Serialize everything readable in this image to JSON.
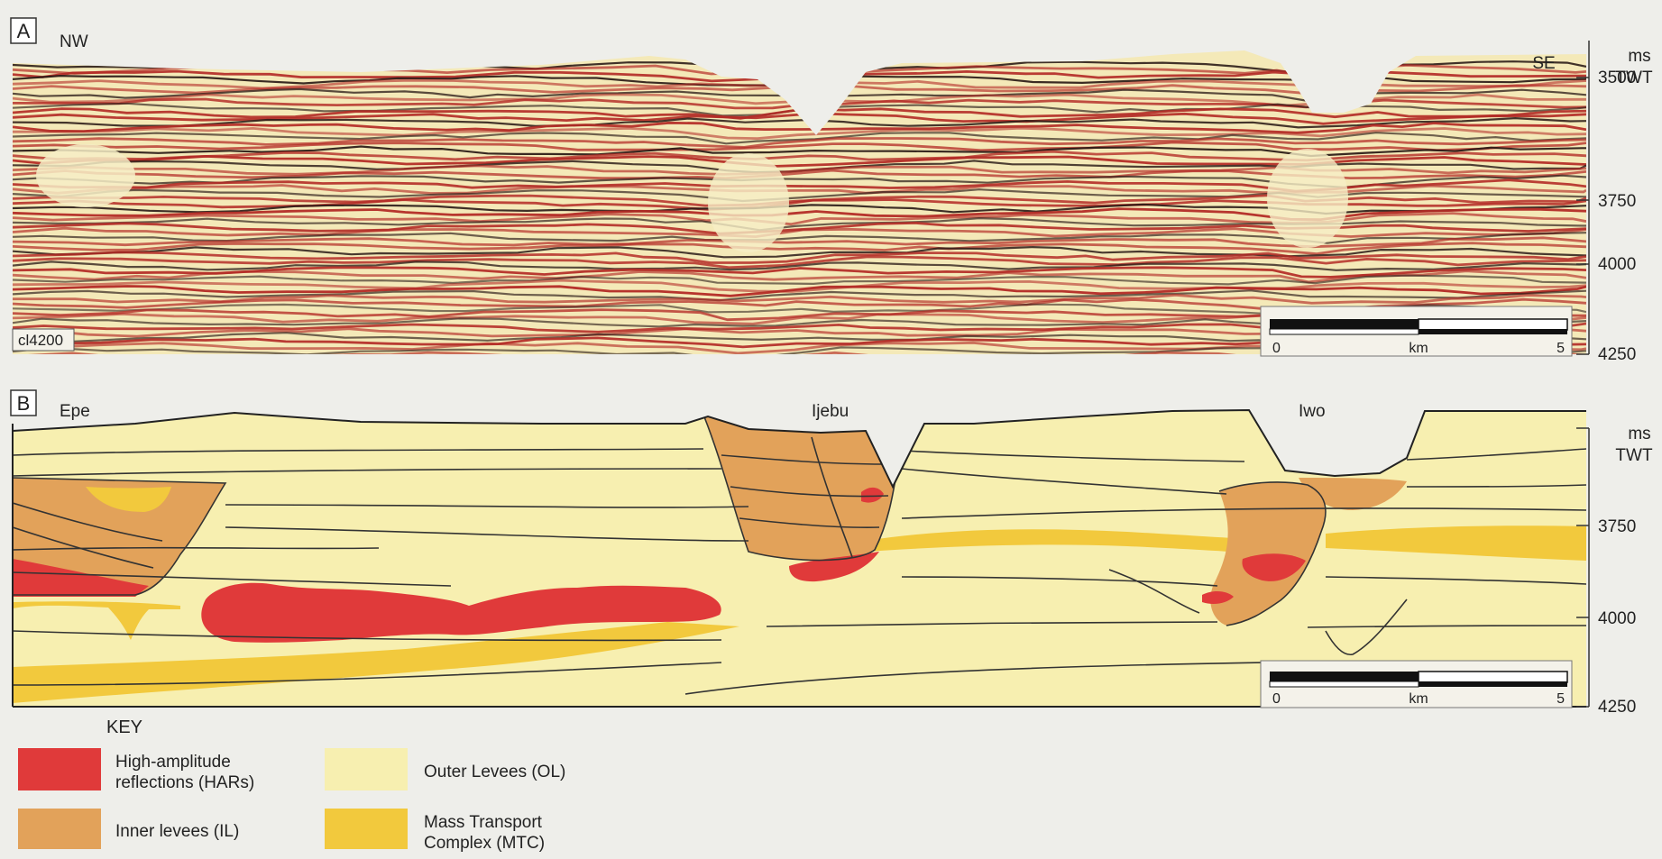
{
  "panel_a": {
    "letter": "A",
    "left_direction": "NW",
    "right_direction": "SE",
    "line_id": "cl4200",
    "axis_unit_1": "ms",
    "axis_unit_2": "TWT",
    "ticks": [
      "3500",
      "3750",
      "4000",
      "4250"
    ],
    "scale_start": "0",
    "scale_unit": "km",
    "scale_end": "5"
  },
  "panel_b": {
    "letter": "B",
    "channel_names": [
      "Epe",
      "Ijebu",
      "Iwo"
    ],
    "axis_unit_1": "ms",
    "axis_unit_2": "TWT",
    "ticks": [
      "3750",
      "4000",
      "4250"
    ],
    "scale_start": "0",
    "scale_unit": "km",
    "scale_end": "5"
  },
  "key": {
    "title": "KEY",
    "items": [
      {
        "line1": "High-amplitude",
        "line2": "reflections (HARs)",
        "color": "#e03a3a"
      },
      {
        "line1": "Inner levees (IL)",
        "line2": "",
        "color": "#e2a25a"
      },
      {
        "line1": "Outer Levees (OL)",
        "line2": "",
        "color": "#f7efb0"
      },
      {
        "line1": "Mass Transport",
        "line2": "Complex (MTC)",
        "color": "#f2c93d"
      }
    ]
  },
  "colors": {
    "har": "#e03a3a",
    "inner_levee": "#e2a25a",
    "outer_levee": "#f7efb0",
    "mtc": "#f2c93d",
    "seismic_red": "#b32a25",
    "seismic_dark": "#2a1a16",
    "seismic_bg": "#f4e9b8"
  }
}
